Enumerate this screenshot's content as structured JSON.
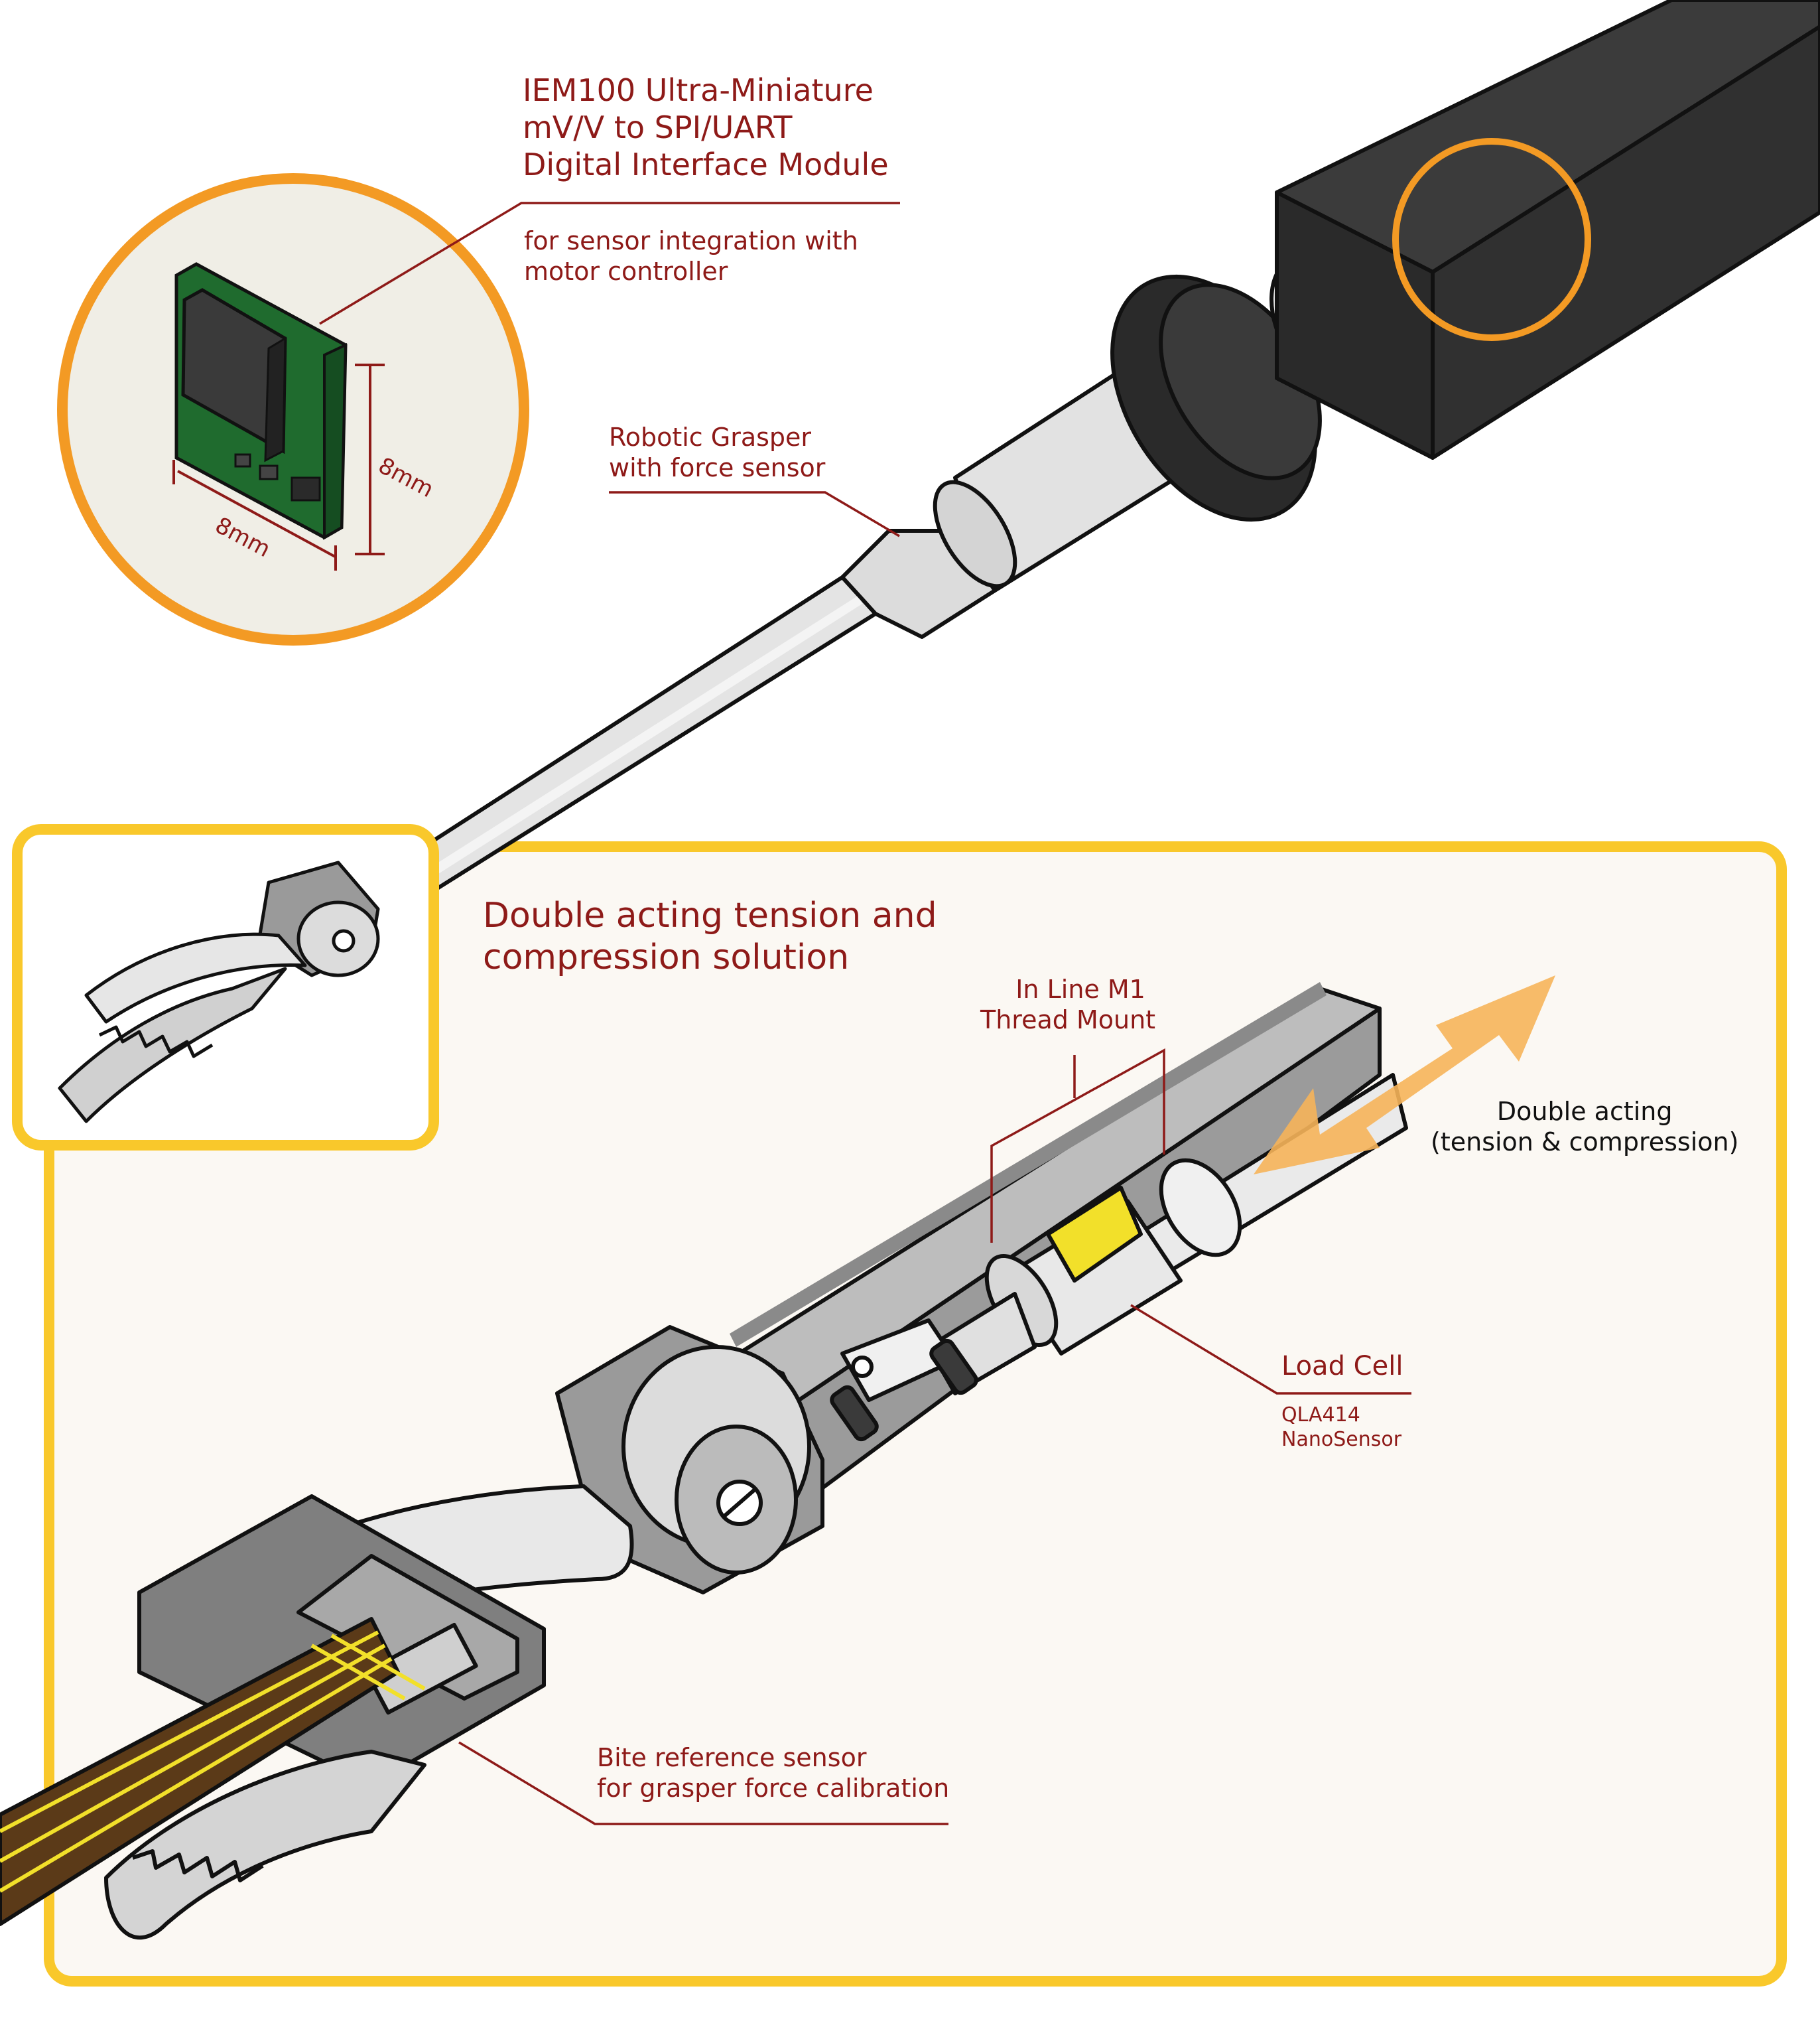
{
  "colors": {
    "callout_text": "#8e1a18",
    "dark_text": "#111111",
    "orange_ring": "#f39a24",
    "yellow_frame": "#f9c82b",
    "panel_fill": "#fbf8f3",
    "inset_fill": "#f0eee6",
    "pcb_green": "#1f6b2e",
    "load_cell_yellow": "#f2e02a",
    "flex_cable": "#5b3a18",
    "arrow": "#f6b45a",
    "body_dark": "#333333"
  },
  "module": {
    "title_lines": [
      "IEM100 Ultra-Miniature",
      "mV/V to SPI/UART",
      "Digital Interface Module"
    ],
    "subtitle_lines": [
      "for sensor integration with",
      "motor controller"
    ],
    "dim_width": "8mm",
    "dim_height": "8mm"
  },
  "grasper": {
    "label_lines": [
      "Robotic Grasper",
      "with force sensor"
    ]
  },
  "panel": {
    "heading_lines": [
      "Double acting tension and",
      "compression solution"
    ],
    "mount_lines": [
      "In Line M1",
      "Thread Mount"
    ],
    "double_acting_lines": [
      "Double acting",
      "(tension & compression)"
    ],
    "load_cell_title": "Load Cell",
    "load_cell_sub_lines": [
      "QLA414",
      "NanoSensor"
    ],
    "bite_lines": [
      "Bite reference sensor",
      "for grasper force calibration"
    ]
  }
}
